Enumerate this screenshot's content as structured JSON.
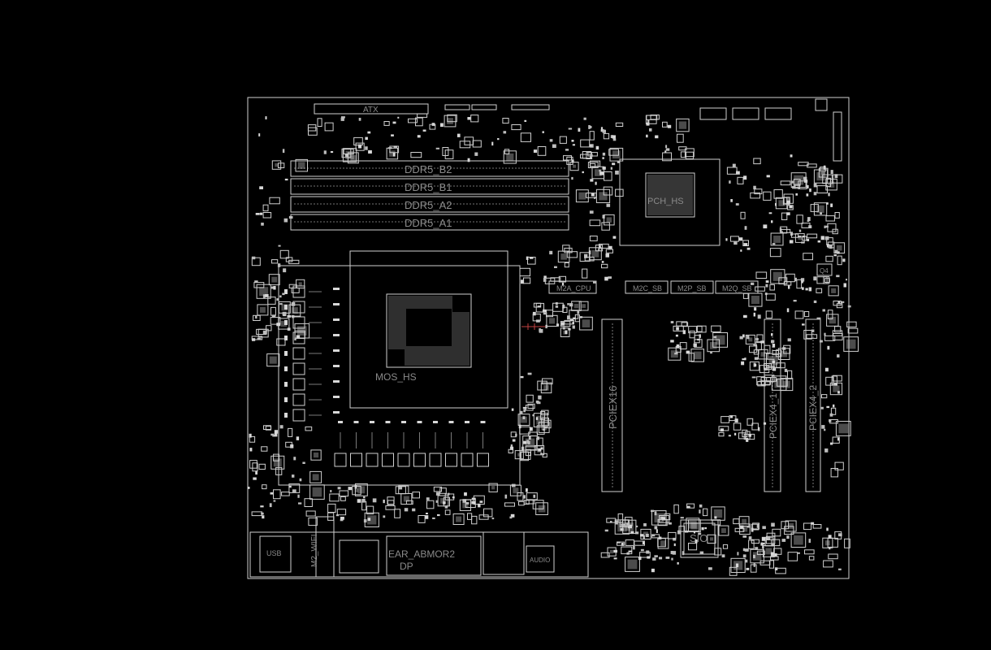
{
  "labels": {
    "atx": "ATX",
    "ddr5_b2": "DDR5_B2",
    "ddr5_b1": "DDR5_B1",
    "ddr5_a2": "DDR5_A2",
    "ddr5_a1": "DDR5_A1",
    "mos_hs": "MOS_HS",
    "m2a_cpu": "M2A_CPU",
    "m2c_sb": "M2C_SB",
    "m2p_sb": "M2P_SB",
    "m2q_sb": "M2Q_SB",
    "pciex16": "PCIEX16",
    "pciex4_1": "PCIEX4_1",
    "pciex4_2": "PCIEX4_2",
    "sio": "SIO",
    "pch_hs": "PCH_HS",
    "m2_wifi": "M2_WIFI",
    "dp": "DP",
    "audio": "AUDIO",
    "usb": "USB",
    "rear_mix": "EAR_ABMOR2",
    "q4": "Q4"
  },
  "colors": {
    "background": "#000000",
    "outline": "#cfcfcf",
    "label": "#8a8a8a",
    "marker": "#c04040"
  }
}
